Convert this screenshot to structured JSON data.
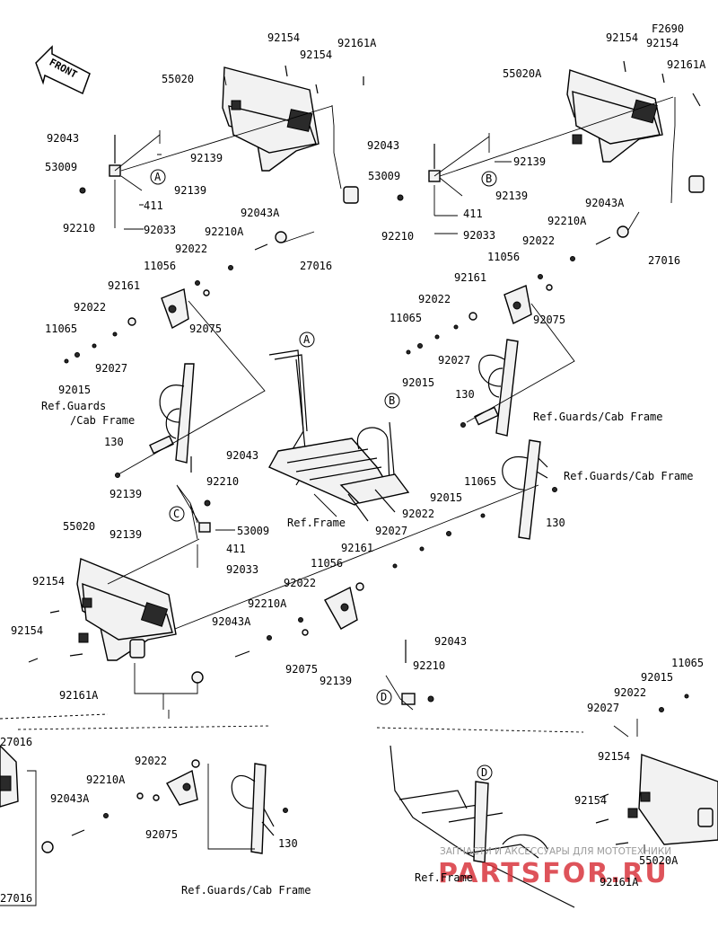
{
  "front_label": "FRONT",
  "figure_code": "F2690",
  "watermark": {
    "line1": "ЗАПЧАСТИ И АКСЕССУАРЫ ДЛЯ МОТОТЕХНИКИ",
    "line2": "PARTSFOR.RU"
  },
  "circle_markers": [
    "A",
    "B",
    "C",
    "D"
  ],
  "part_numbers": [
    "92154",
    "92161A",
    "55020",
    "55020A",
    "92043",
    "92139",
    "53009",
    "411",
    "92210",
    "92033",
    "92043A",
    "27016",
    "92022",
    "92210A",
    "11056",
    "92161",
    "92075",
    "11065",
    "92027",
    "92015",
    "130"
  ],
  "reference_labels": {
    "guards_line1": "Ref.Guards",
    "guards_line2": "/Cab Frame",
    "guards_cab": "Ref.Guards/Cab Frame",
    "frame": "Ref.Frame"
  },
  "colors": {
    "ink": "#000000",
    "watermark_red": "#d9363e",
    "watermark_gray": "#9a9a9a"
  }
}
